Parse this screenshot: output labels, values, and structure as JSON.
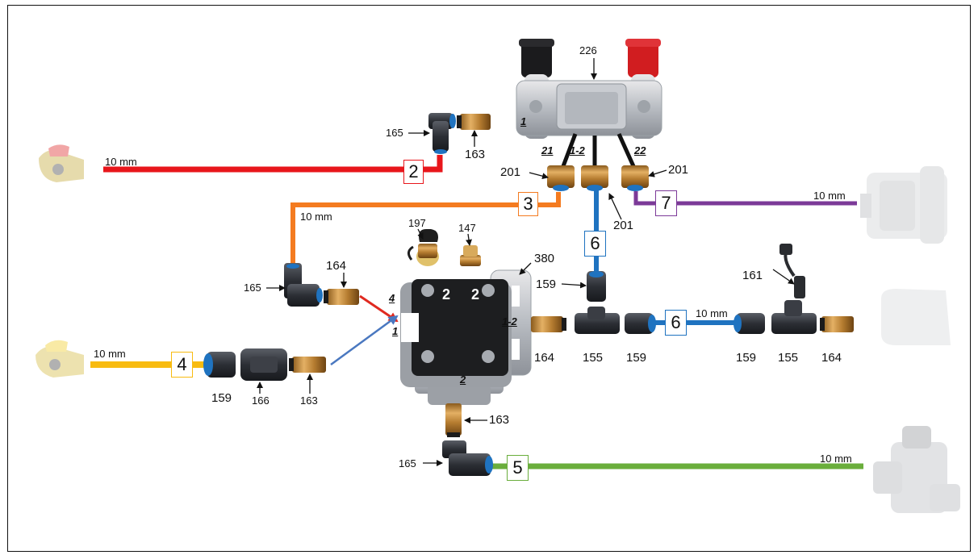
{
  "diagram": {
    "parts": {
      "p226": "226",
      "p165a": "165",
      "p163a": "163",
      "p201a": "201",
      "p201b": "201",
      "p201c": "201",
      "p197": "197",
      "p147": "147",
      "p380": "380",
      "p164a": "164",
      "p165b": "165",
      "p159a": "159",
      "p161": "161",
      "p164b": "164",
      "p155a": "155",
      "p159b": "159",
      "p159c": "159",
      "p155b": "155",
      "p164c": "164",
      "p159d": "159",
      "p166": "166",
      "p163b": "163",
      "p163c": "163",
      "p165c": "165"
    },
    "sizes": {
      "red": "10 mm",
      "orange": "10 mm",
      "purple": "10 mm",
      "blue": "10 mm",
      "yellow": "10 mm",
      "green": "10 mm"
    },
    "line_numbers": {
      "red": "2",
      "orange": "3",
      "yellow": "4",
      "green": "5",
      "blue_vertical": "6",
      "blue_horizontal": "6",
      "purple": "7"
    },
    "ports": {
      "valve_1": "1",
      "valve_21": "21",
      "valve_12": "1-2",
      "valve_22": "22",
      "block_4": "4",
      "block_1": "1",
      "block_12": "1-2",
      "block_2": "2",
      "face_2a": "2",
      "face_2b": "2"
    },
    "colors": {
      "red": "#e8161b",
      "orange": "#f47b20",
      "purple": "#7c3a98",
      "blue": "#1f73c0",
      "yellow": "#f8bb10",
      "green": "#6aae3c",
      "arrow_red": "#e02a20",
      "arrow_blue": "#4a78c0"
    }
  }
}
